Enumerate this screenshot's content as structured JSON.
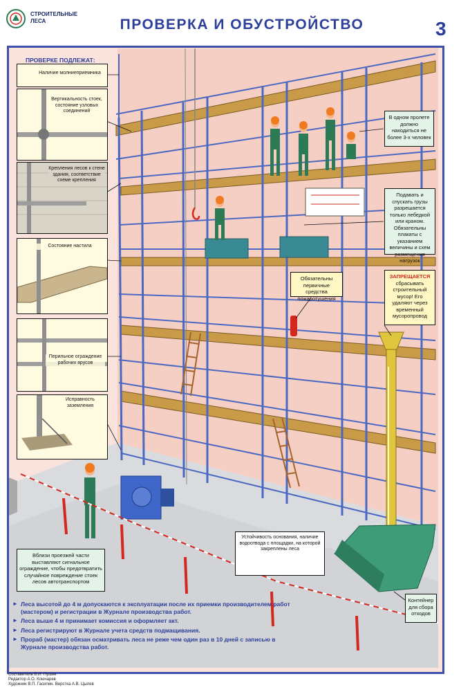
{
  "header": {
    "topic": "СТРОИТЕЛЬНЫЕ ЛЕСА",
    "title": "ПРОВЕРКА И ОБУСТРОЙСТВО",
    "number": "3"
  },
  "inspection": {
    "title": "ПРОВЕРКЕ ПОДЛЕЖАТ:",
    "items": [
      "Наличие молниеприемника",
      "Вертикальность стоек, состояние узловых соединений",
      "Крепления лесов к стене здания, соответствие схеме крепления",
      "Состояние настила",
      "Перильное ограждение рабочих ярусов",
      "Исправность заземления"
    ]
  },
  "callouts": {
    "workers_limit": "В одном пролете должно находиться не более 3-х человек",
    "loads": "Подавать и спускать грузы разрешается только лебедкой или краном. Обязательны плакаты с указанием величины и схем размещения нагрузок",
    "fire": "Обязательны первичные средства пожаротушения",
    "forbidden_title": "ЗАПРЕЩАЕТСЯ",
    "forbidden_text": "сбрасывать строительный мусор! Его удаляют через временный мусоропровод",
    "barrier": "Вблизи проезжей части выставляют сигнальное ограждение, чтобы предотвратить случайное повреждение стоек лесов автотранспортом",
    "foundation": "Устойчивость основания, наличие водоотвода с площадки, на которой закреплены леса",
    "container": "Контейнер для сбора отходов"
  },
  "rules": [
    "Леса высотой до 4 м допускаются к эксплуатации после их приемки производителем работ (мастером) и регистрации в Журнале производства работ.",
    "Леса выше 4 м принимает комиссия и оформляет акт.",
    "Леса регистрируют в Журнале учета средств подмащивания.",
    "Прораб (мастер) обязан осматривать леса не реже чем один раз в 10 дней с записью в Журнале производства работ."
  ],
  "credits": [
    "Составитель В.И. Пушин",
    "Редактор А.О. Ключарев",
    "Художник В.П. Гасилин. Верстка А.В. Цылев"
  ],
  "colors": {
    "accent": "#2d3f9a",
    "wall": "#f6cfc4",
    "scaffold": "#4a68c2",
    "deck": "#c99a47",
    "worker": "#2d7a56",
    "warning": "#d2281e",
    "panel_bg": "#fffbe0",
    "callout_bg": "#e3f3e8"
  }
}
